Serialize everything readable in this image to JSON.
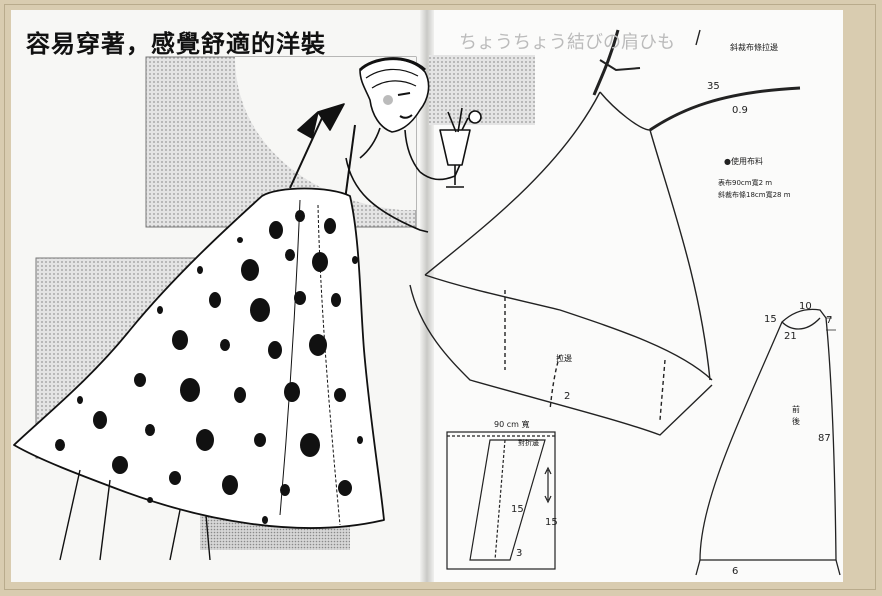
{
  "title": "容易穿著，感覺舒適的洋裝",
  "ghost_text": "ちょうちょう結びの肩ひも",
  "labels": {
    "bias_strap": "斜裁布條拉邊",
    "dim_35": "35",
    "dim_09": "0.9",
    "materials_heading": "●使用布料",
    "material_1": "表布90cm寬2 m",
    "material_2": "斜裁布條18cm寬28 m",
    "seam_label": "拉邊",
    "dim_2": "2",
    "width_90": "90",
    "width_unit": "cm 寬",
    "fold_label": "對折邊",
    "dim_15a": "15",
    "dim_15b": "15",
    "dim_3": "3",
    "dim_10": "10",
    "dim_15c": "15",
    "dim_7": "7",
    "dim_21": "21",
    "front": "前",
    "back": "後",
    "dim_87": "87",
    "dim_6": "6"
  },
  "colors": {
    "background": "#d9ccb0",
    "page": "#f7f7f5",
    "ink": "#111111",
    "screen_gray": "#c8c8c8"
  }
}
